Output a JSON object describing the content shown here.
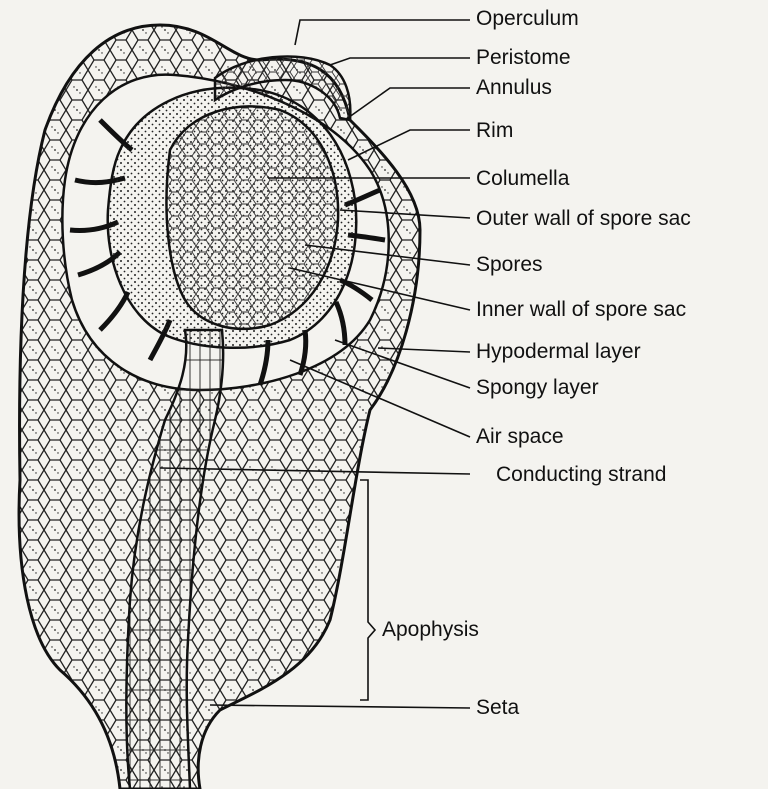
{
  "labels": {
    "operculum": "Operculum",
    "peristome": "Peristome",
    "annulus": "Annulus",
    "rim": "Rim",
    "columella": "Columella",
    "outer_wall": "Outer wall of spore sac",
    "spores": "Spores",
    "inner_wall": "Inner wall of spore sac",
    "hypodermal": "Hypodermal layer",
    "spongy": "Spongy layer",
    "air_space": "Air space",
    "conducting_strand": "Conducting strand",
    "apophysis": "Apophysis",
    "seta": "Seta"
  },
  "colors": {
    "background": "#f4f3ef",
    "ink": "#111111"
  }
}
